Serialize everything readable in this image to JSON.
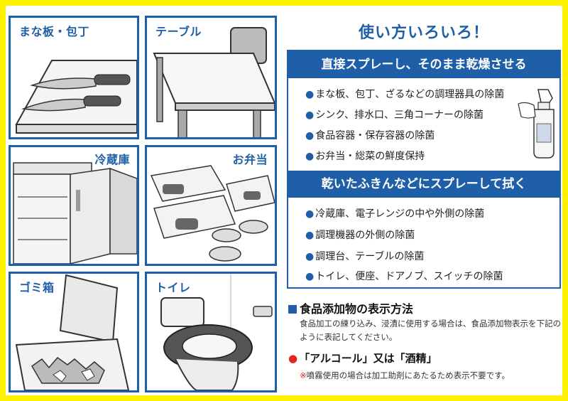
{
  "panels": {
    "cutting_board": "まな板・包丁",
    "table": "テーブル",
    "fridge": "冷蔵庫",
    "bento": "お弁当",
    "trash": "ゴミ箱",
    "toilet": "トイレ"
  },
  "usage": {
    "title": "使い方いろいろ！",
    "section1": {
      "heading": "直接スプレーし、そのまま乾燥させる",
      "items": [
        "まな板、包丁、ざるなどの調理器具の除菌",
        "シンク、排水口、三角コーナーの除菌",
        "食品容器・保存容器の除菌",
        "お弁当・総菜の鮮度保持"
      ]
    },
    "section2": {
      "heading": "乾いたふきんなどにスプレーして拭く",
      "items": [
        "冷蔵庫、電子レンジの中や外側の除菌",
        "調理機器の外側の除菌",
        "調理台、テーブルの除菌",
        "トイレ、便座、ドアノブ、スイッチの除菌"
      ]
    },
    "bullet": "●"
  },
  "additive": {
    "title": "食品添加物の表示方法",
    "description": "食品加工の練り込み、浸漬に使用する場合は、食品添加物表示を下記のように表記してください。",
    "label_example": "「アルコール」又は「酒精」",
    "note_mark": "※",
    "note": "噴霧使用の場合は加工助剤にあたるため表示不要です。"
  },
  "colors": {
    "frame": "#FFF200",
    "accent": "#1F5FA8",
    "red": "#E2261C"
  }
}
